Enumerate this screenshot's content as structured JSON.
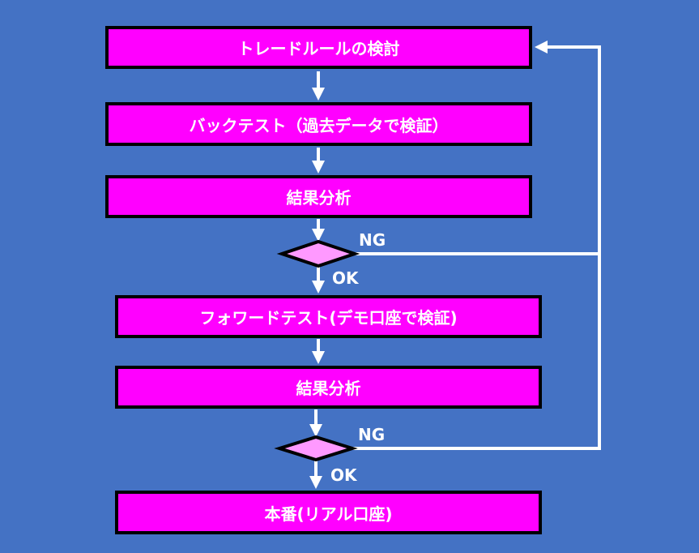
{
  "colors": {
    "background": "#4472C4",
    "box": "#FF00FF",
    "diamond": "#FF99FF",
    "line": "#FFFFFF"
  },
  "steps": [
    {
      "label": "トレードルールの検討"
    },
    {
      "label": "バックテスト（過去データで検証）"
    },
    {
      "label": "結果分析"
    },
    {
      "label": "フォワードテスト(デモ口座で検証)"
    },
    {
      "label": "結果分析"
    },
    {
      "label": "本番(リアル口座)"
    }
  ],
  "decisions": [
    {
      "ng": "NG",
      "ok": "OK"
    },
    {
      "ng": "NG",
      "ok": "OK"
    }
  ]
}
